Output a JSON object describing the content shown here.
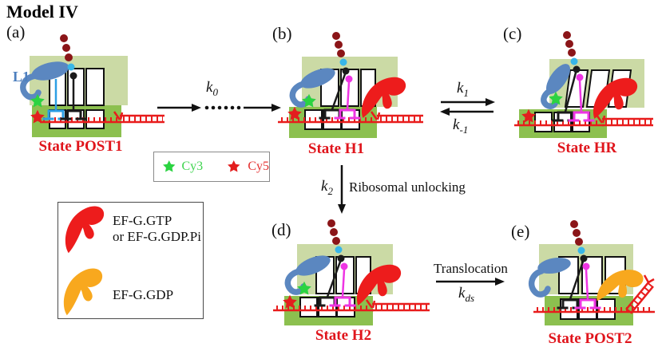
{
  "title": "Model IV",
  "panels": {
    "a": {
      "letter": "(a)",
      "state": "State POST1"
    },
    "b": {
      "letter": "(b)",
      "state": "State H1"
    },
    "c": {
      "letter": "(c)",
      "state": "State HR"
    },
    "d": {
      "letter": "(d)",
      "state": "State H2"
    },
    "e": {
      "letter": "(e)",
      "state": "State POST2"
    }
  },
  "labels": {
    "l1": "L1",
    "ribosomal_unlocking": "Ribosomal unlocking",
    "translocation": "Translocation"
  },
  "rate_constants": {
    "k0": {
      "base": "k",
      "sub": "0"
    },
    "k1": {
      "base": "k",
      "sub": "1"
    },
    "k_minus_1": {
      "base": "k",
      "sub": "-1"
    },
    "k2": {
      "base": "k",
      "sub": "2"
    },
    "k_ds": {
      "base": "k",
      "sub": "ds"
    }
  },
  "legend_dyes": {
    "cy3": "Cy3",
    "cy5": "Cy5"
  },
  "legend_efg": {
    "gtp_line1": "EF-G.GTP",
    "gtp_line2": "or EF-G.GDP.Pi",
    "gdp": "EF-G.GDP"
  },
  "colors": {
    "cy3_green": "#2bd341",
    "cy5_red": "#e31e1e",
    "efg_gtp_red": "#ed1c1c",
    "efg_gdp_orange": "#f8a81e",
    "mrna_red": "#e81c1c",
    "l1_blue": "#5b87c0",
    "trna_magenta": "#ee35e3",
    "large_subunit_green": "#cbdaa5",
    "small_subunit_green": "#8cc04f",
    "state_label_red": "#e0151c"
  }
}
